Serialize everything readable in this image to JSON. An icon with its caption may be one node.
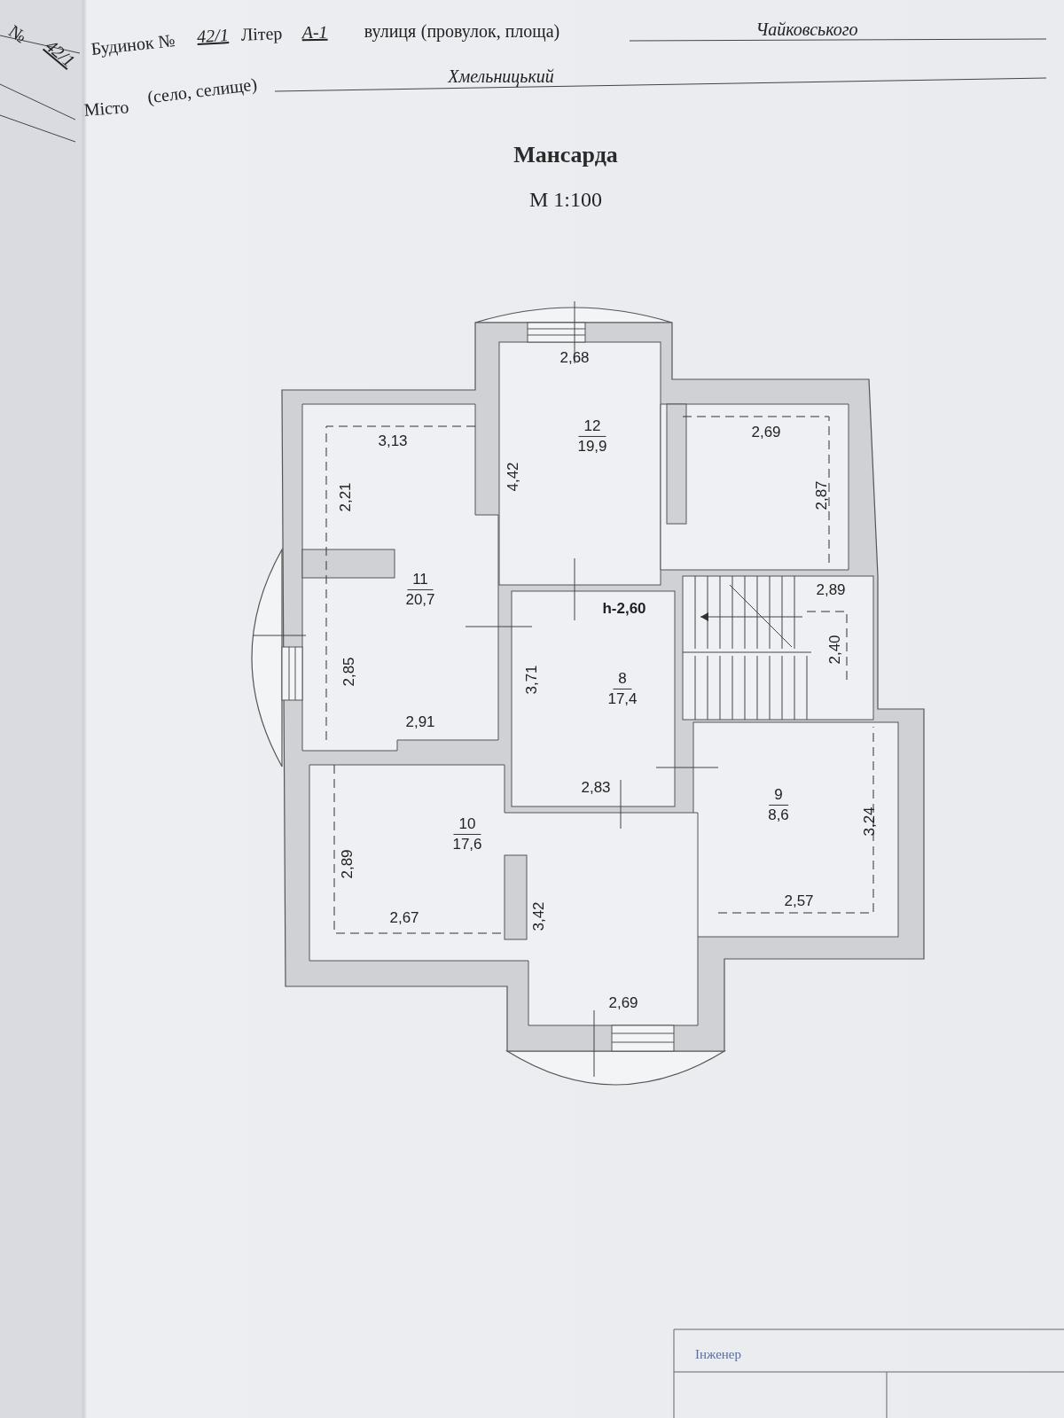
{
  "diagram": {
    "title": "Мансарда",
    "nodes": [
      {
        "text": [
          "12",
          "19,9"
        ]
      },
      {
        "text": [
          "11",
          "20,7"
        ]
      },
      {
        "text": [
          "8",
          "17,4"
        ]
      },
      {
        "text": [
          "9",
          "8,6"
        ]
      },
      {
        "text": [
          "10",
          "17,6"
        ]
      }
    ],
    "labels": [
      "№",
      "42/1",
      "Будинок №",
      "42/1",
      "Літер",
      "А-1",
      "вулиця",
      "(провулок, площа)",
      "Чайковського",
      "Місто",
      "(село, селище)",
      "Хмельницький",
      "М 1:100",
      "2,68",
      "2,69",
      "3,13",
      "4,42",
      "2,21",
      "2,87",
      "2,89",
      "h-2,60",
      "2,40",
      "2,85",
      "3,71",
      "2,91",
      "2,83",
      "3,24",
      "2,89",
      "2,57",
      "2,67",
      "3,42",
      "2,69",
      "Інженер"
    ]
  }
}
